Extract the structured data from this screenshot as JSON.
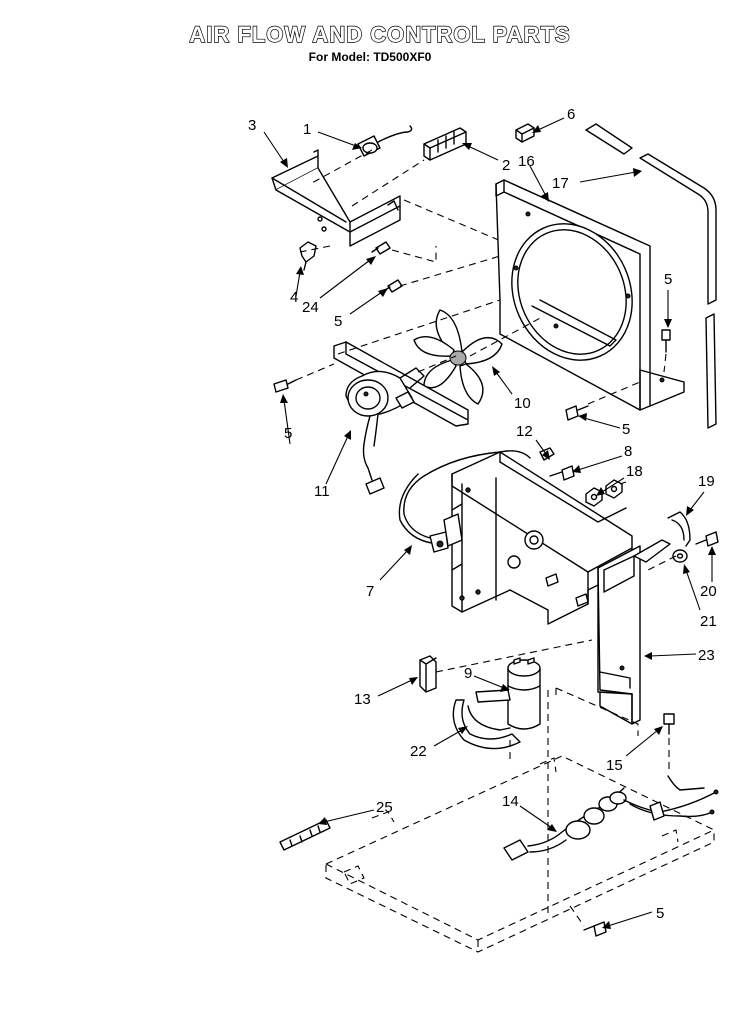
{
  "header": {
    "title": "AIR FLOW AND CONTROL PARTS",
    "subtitle": "For Model: TD500XF0"
  },
  "callouts": [
    {
      "id": "c1",
      "label": "1"
    },
    {
      "id": "c2",
      "label": "2"
    },
    {
      "id": "c3",
      "label": "3"
    },
    {
      "id": "c4",
      "label": "4"
    },
    {
      "id": "c24",
      "label": "24"
    },
    {
      "id": "c5a",
      "label": "5"
    },
    {
      "id": "c6",
      "label": "6"
    },
    {
      "id": "c16",
      "label": "16"
    },
    {
      "id": "c17",
      "label": "17"
    },
    {
      "id": "c5b",
      "label": "5"
    },
    {
      "id": "c10",
      "label": "10"
    },
    {
      "id": "c5c",
      "label": "5"
    },
    {
      "id": "c5d",
      "label": "5"
    },
    {
      "id": "c11",
      "label": "11"
    },
    {
      "id": "c12",
      "label": "12"
    },
    {
      "id": "c8",
      "label": "8"
    },
    {
      "id": "c18",
      "label": "18"
    },
    {
      "id": "c19",
      "label": "19"
    },
    {
      "id": "c7",
      "label": "7"
    },
    {
      "id": "c20",
      "label": "20"
    },
    {
      "id": "c21",
      "label": "21"
    },
    {
      "id": "c23",
      "label": "23"
    },
    {
      "id": "c9",
      "label": "9"
    },
    {
      "id": "c13",
      "label": "13"
    },
    {
      "id": "c22",
      "label": "22"
    },
    {
      "id": "c15",
      "label": "15"
    },
    {
      "id": "c25",
      "label": "25"
    },
    {
      "id": "c14",
      "label": "14"
    },
    {
      "id": "c5e",
      "label": "5"
    }
  ]
}
